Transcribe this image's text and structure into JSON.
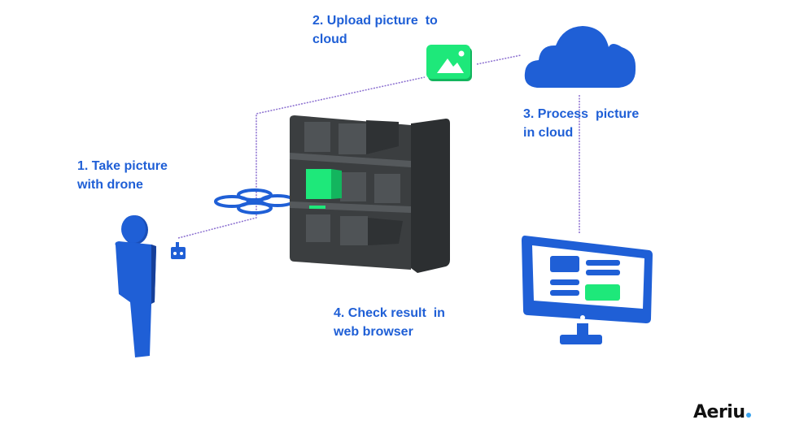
{
  "steps": [
    {
      "number": "1",
      "label": "1. Take picture\nwith drone"
    },
    {
      "number": "2",
      "label": "2. Upload picture  to\ncloud"
    },
    {
      "number": "3",
      "label": "3. Process  picture\nin cloud"
    },
    {
      "number": "4",
      "label": "4. Check result  in\nweb browser"
    }
  ],
  "brand": {
    "name": "Aeriu"
  },
  "colors": {
    "primary_blue": "#1f5fd6",
    "accent_green": "#1ee87a",
    "shelf_dark": "#3b3e40",
    "connector": "#8b6fd0"
  },
  "icons": [
    "person-icon",
    "remote-controller-icon",
    "drone-icon",
    "shelf-icon",
    "image-icon",
    "cloud-icon",
    "monitor-icon"
  ]
}
